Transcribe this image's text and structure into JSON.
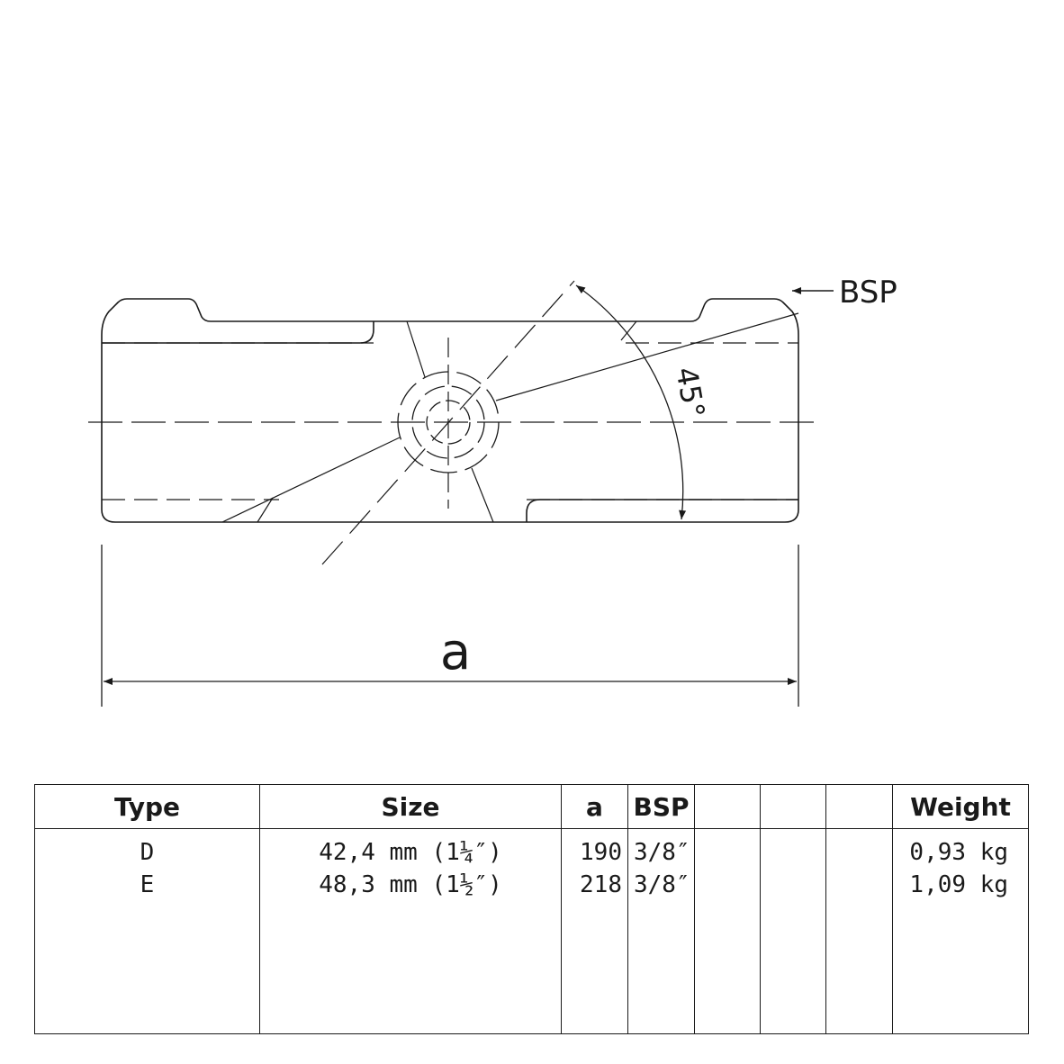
{
  "drawing": {
    "dimension_label": "a",
    "angle_label": "45°",
    "thread_label": "BSP"
  },
  "table": {
    "headers": [
      "Type",
      "Size",
      "a",
      "BSP",
      "",
      "",
      "",
      "Weight"
    ],
    "rows": [
      {
        "type": "D",
        "size": "42,4 mm (1¼″)",
        "a": "190",
        "bsp": "3/8″",
        "weight": "0,93 kg"
      },
      {
        "type": "E",
        "size": "48,3 mm (1½″)",
        "a": "218",
        "bsp": "3/8″",
        "weight": "1,09 kg"
      }
    ]
  },
  "colors": {
    "ink": "#1a1a1a",
    "background": "#ffffff"
  }
}
